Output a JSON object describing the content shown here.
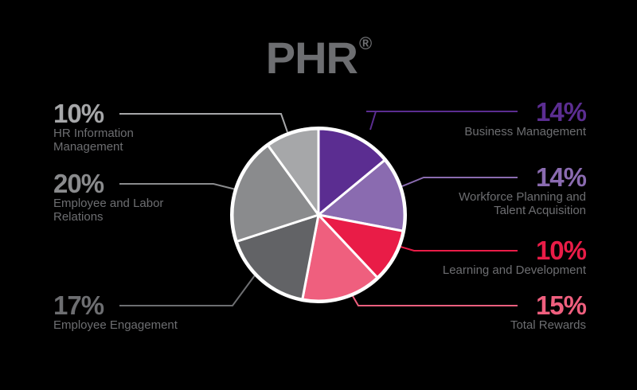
{
  "title": "PHR",
  "title_mark": "®",
  "colors": {
    "title": "#6d6e71",
    "text": "#6d6e71",
    "background": "#000000"
  },
  "chart_data": {
    "type": "pie",
    "title": "PHR®",
    "start_angle": "12 o'clock, clockwise",
    "slices": [
      {
        "label": "Business Management",
        "value": 14,
        "color": "#5b2d91"
      },
      {
        "label": "Workforce Planning and Talent Acquisition",
        "value": 14,
        "color": "#8a6bb0"
      },
      {
        "label": "Learning and Development",
        "value": 10,
        "color": "#e91c47"
      },
      {
        "label": "Total Rewards",
        "value": 15,
        "color": "#ef5f7e"
      },
      {
        "label": "Employee Engagement",
        "value": 17,
        "color": "#626366"
      },
      {
        "label": "Employee and Labor Relations",
        "value": 20,
        "color": "#8a8b8d"
      },
      {
        "label": "HR Information Management",
        "value": 10,
        "color": "#a6a7a9"
      }
    ]
  },
  "labels": {
    "business": {
      "pct": "14%",
      "line1": "Business Management"
    },
    "workforce": {
      "pct": "14%",
      "line1": "Workforce Planning and",
      "line2": "Talent Acquisition"
    },
    "learning": {
      "pct": "10%",
      "line1": "Learning and Development"
    },
    "rewards": {
      "pct": "15%",
      "line1": "Total Rewards"
    },
    "engagement": {
      "pct": "17%",
      "line1": "Employee Engagement"
    },
    "relations": {
      "pct": "20%",
      "line1": "Employee and Labor",
      "line2": "Relations"
    },
    "hrinfo": {
      "pct": "10%",
      "line1": "HR Information",
      "line2": "Management"
    }
  }
}
